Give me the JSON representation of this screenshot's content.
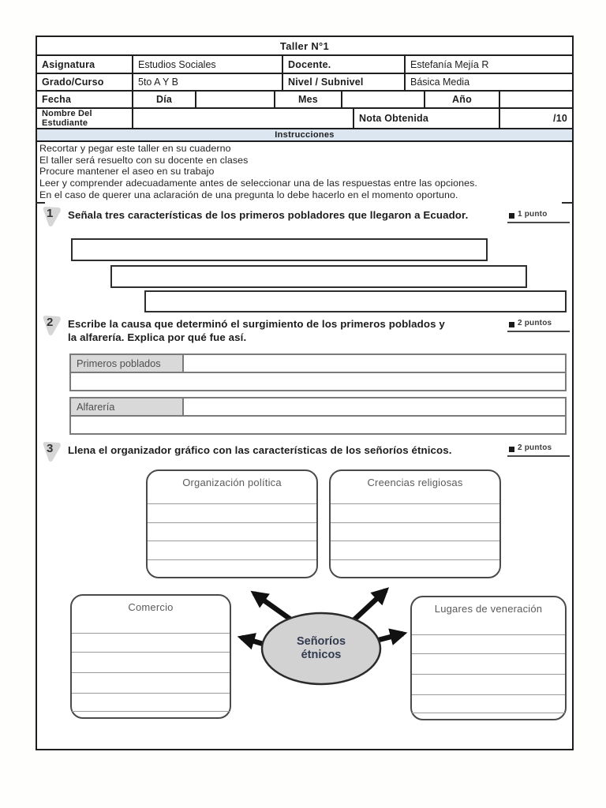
{
  "header": {
    "title": "Taller N°1",
    "asignatura": {
      "label": "Asignatura",
      "value": "Estudios Sociales"
    },
    "docente": {
      "label": "Docente.",
      "value": "Estefanía Mejía R"
    },
    "grado": {
      "label": "Grado/Curso",
      "value": "5to A Y B"
    },
    "nivel": {
      "label": "Nivel / Subnivel",
      "value": "Básica Media"
    },
    "fecha": {
      "label": "Fecha",
      "dia": "Día",
      "mes": "Mes",
      "anio": "Año"
    },
    "nombre": {
      "label": "Nombre Del Estudiante"
    },
    "nota": {
      "label": "Nota Obtenida",
      "value": "/10"
    }
  },
  "instructions": {
    "title": "Instrucciones",
    "lines": [
      "Recortar y pegar este taller en su cuaderno",
      "El taller será resuelto con su docente en clases",
      "Procure mantener el aseo en su trabajo",
      "Leer y comprender adecuadamente antes de seleccionar una de las respuestas entre las opciones.",
      "En el caso de querer una aclaración de una pregunta lo debe hacerlo en el momento oportuno."
    ]
  },
  "questions": [
    {
      "number": "1",
      "text": "Señala tres características de los primeros pobladores que llegaron a Ecuador.",
      "points": "1 punto"
    },
    {
      "number": "2",
      "text": "Escribe la causa que determinó el surgimiento de los primeros poblados y la alfarería. Explica por qué fue así.",
      "points": "2 puntos",
      "row_labels": [
        "Primeros poblados",
        "Alfarería"
      ]
    },
    {
      "number": "3",
      "text": "Llena el organizador gráfico con las características de los señoríos étnicos.",
      "points": "2 puntos"
    }
  ],
  "organizer": {
    "center_line1": "Señoríos",
    "center_line2": "étnicos",
    "top_left": "Organización política",
    "top_right": "Creencias religiosas",
    "bottom_left": "Comercio",
    "bottom_right": "Lugares de veneración"
  },
  "colors": {
    "instructions_bar": "#dce6f1",
    "gray_fill": "#d9d9d9",
    "center_text": "#313a4e"
  }
}
